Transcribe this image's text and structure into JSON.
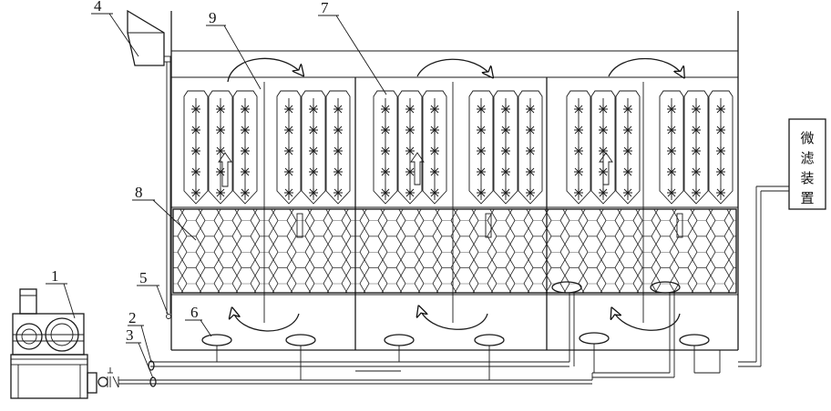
{
  "labels": {
    "n1": "1",
    "n2": "2",
    "n3": "3",
    "n4": "4",
    "n5": "5",
    "n6": "6",
    "n7": "7",
    "n8": "8",
    "n9": "9"
  },
  "filter_device": {
    "chars": [
      "微",
      "滤",
      "装",
      "置"
    ]
  }
}
